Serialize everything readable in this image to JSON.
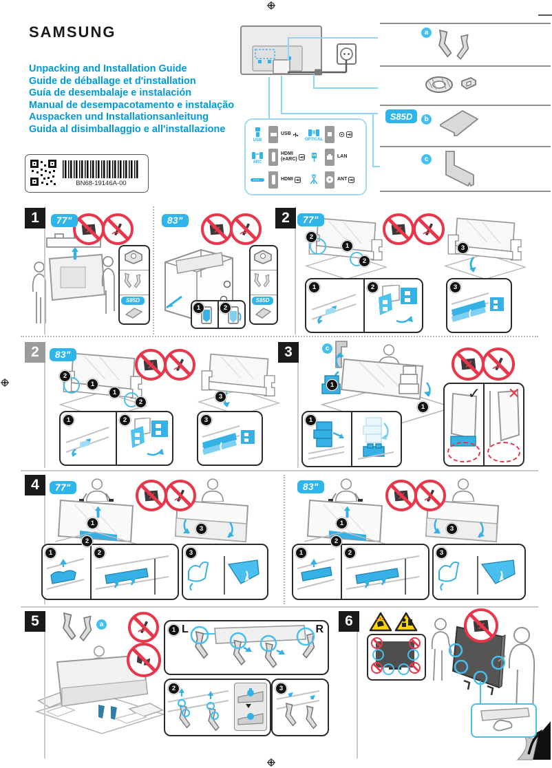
{
  "page": {
    "brand": "SAMSUNG",
    "part_number": "BN68-19146A-00",
    "titles": [
      "Unpacking and Installation Guide",
      "Guide de déballage et d'installation",
      "Guía de desembalaje e instalación",
      "Manual de desempacotamento e instalação",
      "Auspacken und Installationsanleitung",
      "Guida al disimballaggio e all'installazione"
    ]
  },
  "colors": {
    "title_blue": "#0099da",
    "accent_blue": "#2eb5e9",
    "illustration_blue": "#35b1e5",
    "prohibit_red": "#e8374a",
    "warning_yellow": "#ffd800",
    "badge_black": "#1a1a1a",
    "badge_gray": "#9b9b9b"
  },
  "connections": {
    "model_badge": "S85D",
    "port_rows": [
      {
        "device_icon": "usb-stick-icon",
        "device_label": "USB",
        "port_label": "USB",
        "port_sublabel": ""
      },
      {
        "device_icon": "optical-speakers-icon",
        "device_label": "OPTICAL",
        "port_label": "",
        "port_sublabel": ""
      },
      {
        "device_icon": "arc-speakers-icon",
        "device_label": "ARC",
        "port_label": "HDMI",
        "port_sublabel": "(eARC)"
      },
      {
        "device_icon": "lan-cable-icon",
        "device_label": "",
        "port_label": "LAN",
        "port_sublabel": ""
      },
      {
        "device_icon": "soundbar-icon",
        "device_label": "",
        "port_label": "HDMI",
        "port_sublabel": ""
      },
      {
        "device_icon": "antenna-icon",
        "device_label": "",
        "port_label": "ANT",
        "port_sublabel": ""
      }
    ]
  },
  "accessories": {
    "letters": {
      "a": "a",
      "b": "b",
      "c": "c"
    },
    "items": [
      "stand-legs",
      "cable-ties-and-holder",
      "adhesive-pad",
      "terminal-cover"
    ]
  },
  "steps": {
    "n1": "1",
    "n2": "2",
    "n3": "3"
  },
  "sections": {
    "s1": {
      "number": "1",
      "size_left": "77\"",
      "size_right": "83\"",
      "model_badge": "S85D"
    },
    "s2": {
      "number": "2",
      "size_first": "77\"",
      "size_second": "83\""
    },
    "s3": {
      "number": "3",
      "letter": "c",
      "check": "✓",
      "cross": "✕"
    },
    "s4": {
      "number": "4",
      "size_left": "77\"",
      "size_right": "83\""
    },
    "s5": {
      "number": "5",
      "letter": "a",
      "left": "L",
      "right": "R"
    },
    "s6": {
      "number": "6"
    }
  }
}
